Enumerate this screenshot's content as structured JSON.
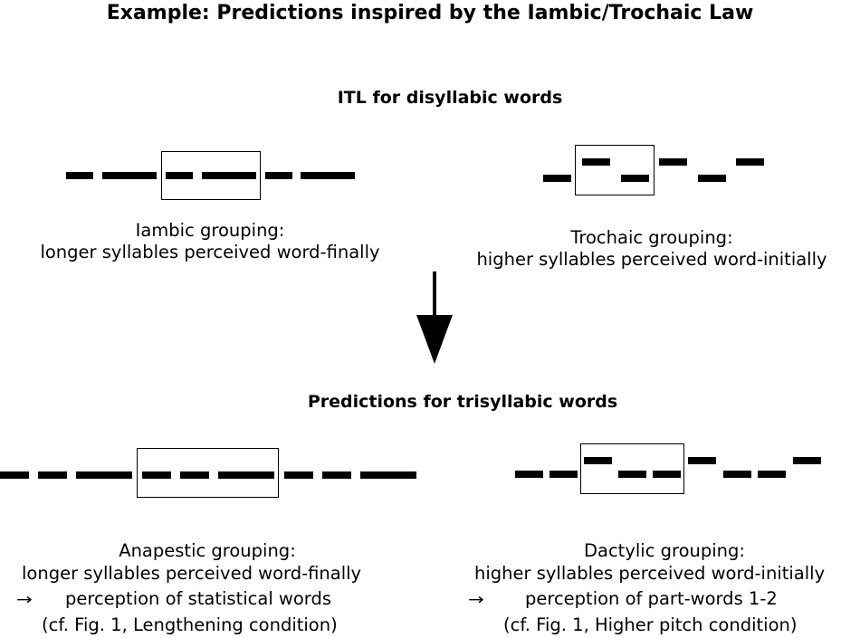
{
  "title": "Example: Predictions inspired by the Iambic/Trochaic Law",
  "itl_heading": "ITL for disyllabic words",
  "iambic": {
    "caption_line1": "Iambic grouping:",
    "caption_line2": "longer syllables perceived word-finally"
  },
  "trochaic": {
    "caption_line1": "Trochaic grouping:",
    "caption_line2": "higher syllables perceived word-initially"
  },
  "predictions_heading": "Predictions for trisyllabic words",
  "anapestic": {
    "caption_line1": "Anapestic grouping:",
    "caption_line2": "longer syllables perceived word-finally",
    "caption_line3": "perception of statistical words",
    "caption_line4": "(cf. Fig. 1, Lengthening condition)"
  },
  "dactylic": {
    "caption_line1": "Dactylic grouping:",
    "caption_line2": "higher syllables perceived word-initially",
    "caption_line3": "perception of part-words 1-2",
    "caption_line4": "(cf. Fig. 1, Higher pitch condition)"
  },
  "arrow_glyph": "→",
  "colors": {
    "ink": "#000000",
    "background": "#ffffff"
  }
}
